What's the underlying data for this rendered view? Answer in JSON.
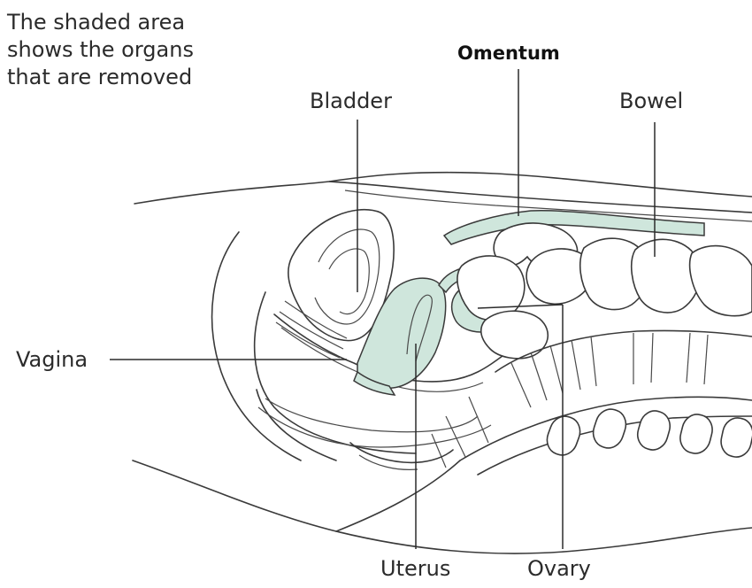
{
  "caption": {
    "line1": "The shaded area",
    "line2": "shows the organs",
    "line3": "that are removed"
  },
  "labels": {
    "omentum": "Omentum",
    "bladder": "Bladder",
    "bowel": "Bowel",
    "vagina": "Vagina",
    "uterus": "Uterus",
    "ovary": "Ovary"
  },
  "colors": {
    "shaded": "#cfe6dc",
    "outline": "#3a3a3a",
    "background": "#ffffff"
  }
}
